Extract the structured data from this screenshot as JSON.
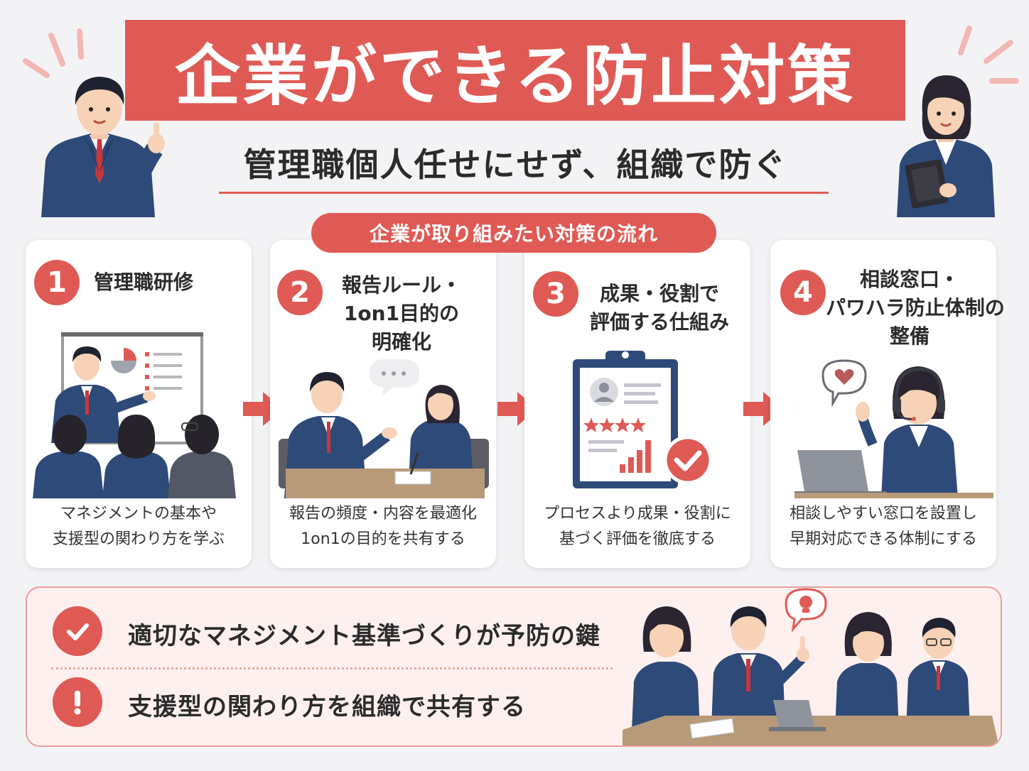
{
  "header": {
    "title": "企業ができる防止対策",
    "subtitle": "管理職個人任せにせず、組織で防ぐ"
  },
  "flow": {
    "label": "企業が取り組みたい対策の流れ"
  },
  "steps": [
    {
      "number": "1",
      "title": [
        "管理職研修"
      ],
      "desc": [
        "マネジメントの基本や",
        "支援型の関わり方を学ぶ"
      ]
    },
    {
      "number": "2",
      "title": [
        "報告ルール・",
        "1on1目的の",
        "明確化"
      ],
      "desc": [
        "報告の頻度・内容を最適化",
        "1on1の目的を共有する"
      ]
    },
    {
      "number": "3",
      "title": [
        "成果・役割で",
        "評価する仕組み"
      ],
      "desc": [
        "プロセスより成果・役割に",
        "基づく評価を徹底する"
      ]
    },
    {
      "number": "4",
      "title": [
        "相談窓口・",
        "パワハラ防止体制の",
        "整備"
      ],
      "desc": [
        "相談しやすい窓口を設置し",
        "早期対応できる体制にする"
      ]
    }
  ],
  "key_points": [
    {
      "icon": "check-icon",
      "text": "適切なマネジメント基準づくりが予防の鍵"
    },
    {
      "icon": "exclamation-icon",
      "text": "支援型の関わり方を組織で共有する"
    }
  ],
  "colors": {
    "accent": "#e05a55",
    "navy": "#2e4a78",
    "background": "#f3f3f5"
  }
}
